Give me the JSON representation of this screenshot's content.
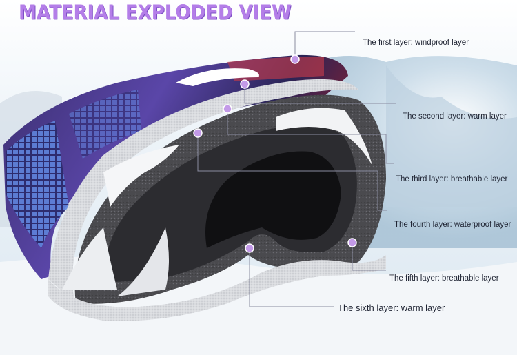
{
  "title": "MATERIAL EXPLODED VIEW",
  "layers": [
    {
      "label": "The first layer: windproof layer"
    },
    {
      "label": "The second layer: warm layer"
    },
    {
      "label": "The third layer: breathable layer"
    },
    {
      "label": "The fourth layer: waterproof layer"
    },
    {
      "label": "The fifth layer: breathable layer"
    },
    {
      "label": "The sixth layer: warm layer"
    }
  ],
  "colors": {
    "accent": "#c39ae8",
    "title": "#b47ee8"
  }
}
